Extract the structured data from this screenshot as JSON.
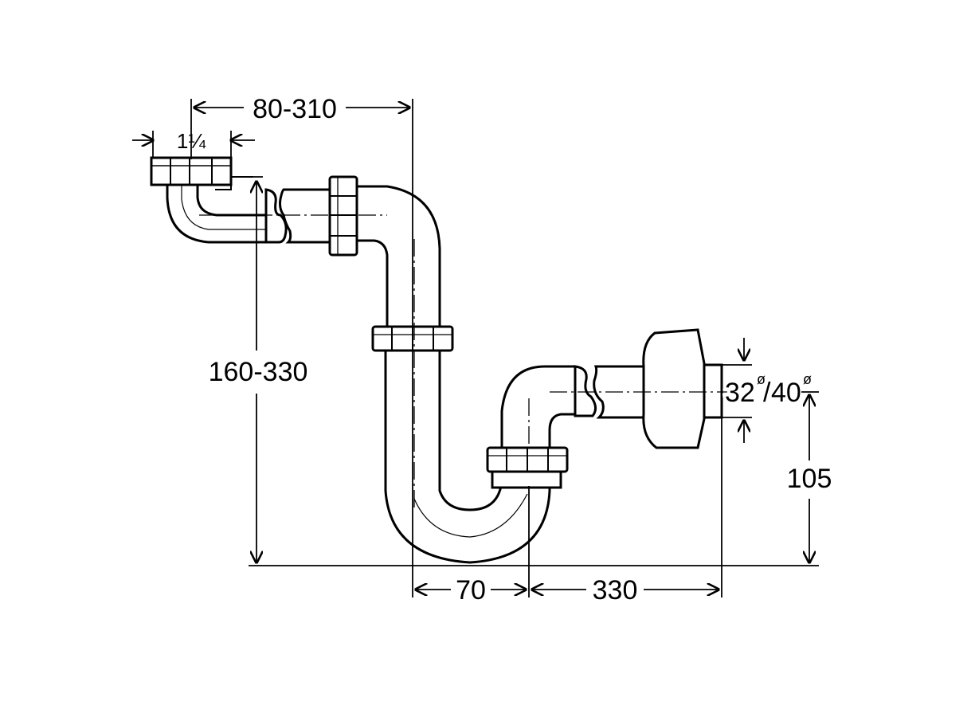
{
  "dimensions": {
    "inlet_thread": "1¼",
    "inlet_to_trap_offset": "80-310",
    "trap_height": "160-330",
    "trap_width": "70",
    "outlet_length": "330",
    "outlet_height": "105",
    "outlet_diameter_a": "32",
    "outlet_diameter_b": "40",
    "diameter_symbol": "ø",
    "diameter_separator": "/"
  }
}
